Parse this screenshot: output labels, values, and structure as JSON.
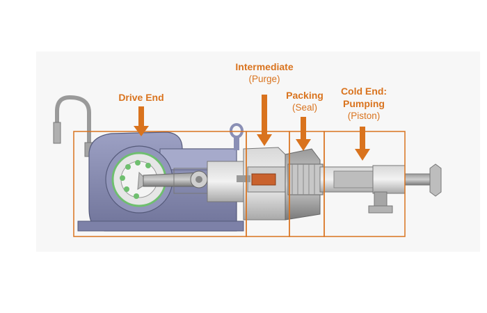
{
  "labels": {
    "drive_end": {
      "title": "Drive End"
    },
    "intermediate": {
      "title": "Intermediate",
      "subtitle": "(Purge)"
    },
    "packing": {
      "title": "Packing",
      "subtitle": "(Seal)"
    },
    "cold_end": {
      "title_line1": "Cold End:",
      "title_line2": "Pumping",
      "subtitle": "(Piston)"
    }
  },
  "colors": {
    "accent": "#d9731e",
    "housing_blue": "#8a8fb5",
    "metal_grey": "#b7b7b7",
    "flywheel_green": "#6fbf6f"
  }
}
